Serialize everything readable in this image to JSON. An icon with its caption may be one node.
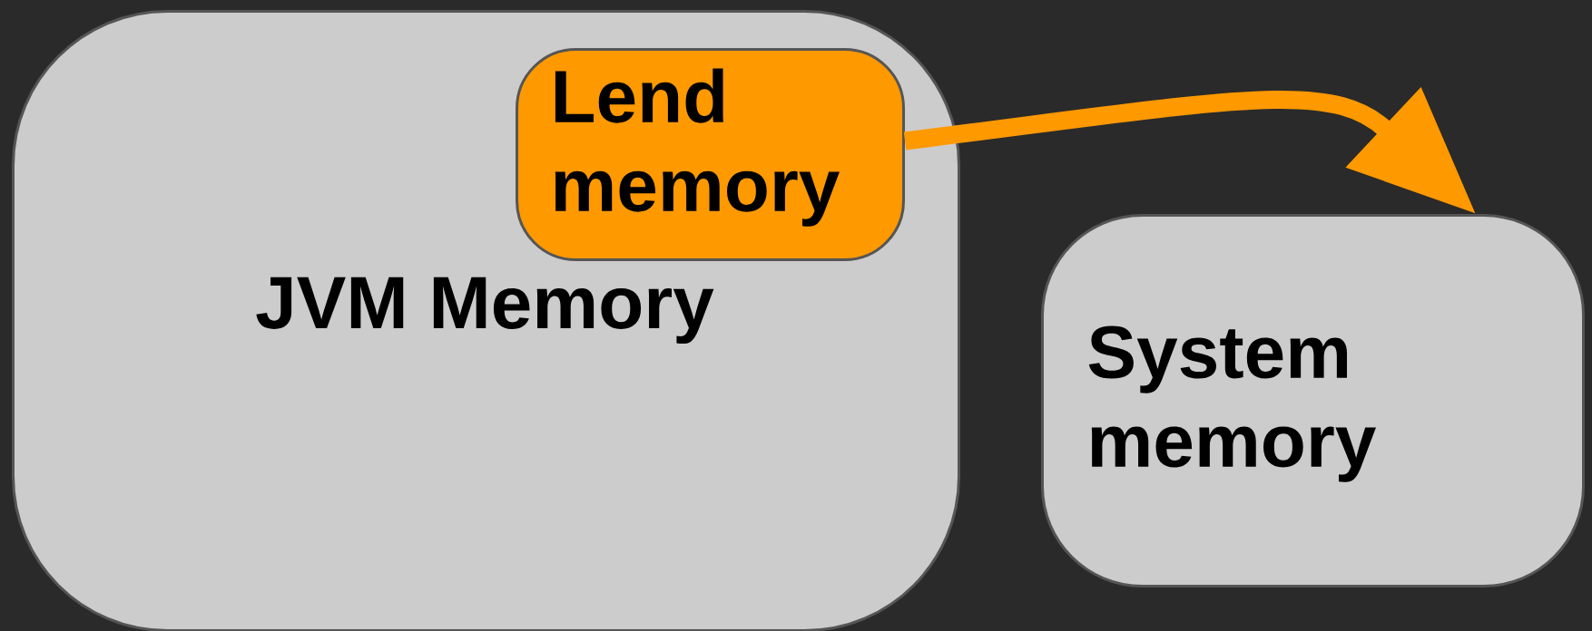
{
  "diagram": {
    "nodes": [
      {
        "text": [
          "JVM Memory"
        ]
      },
      {
        "text": [
          "Lend memory"
        ],
        "in": 0
      },
      {
        "text": [
          "System memory"
        ]
      }
    ],
    "edges": [
      {
        "from": 1,
        "to": 2,
        "arrow": "to"
      }
    ]
  }
}
